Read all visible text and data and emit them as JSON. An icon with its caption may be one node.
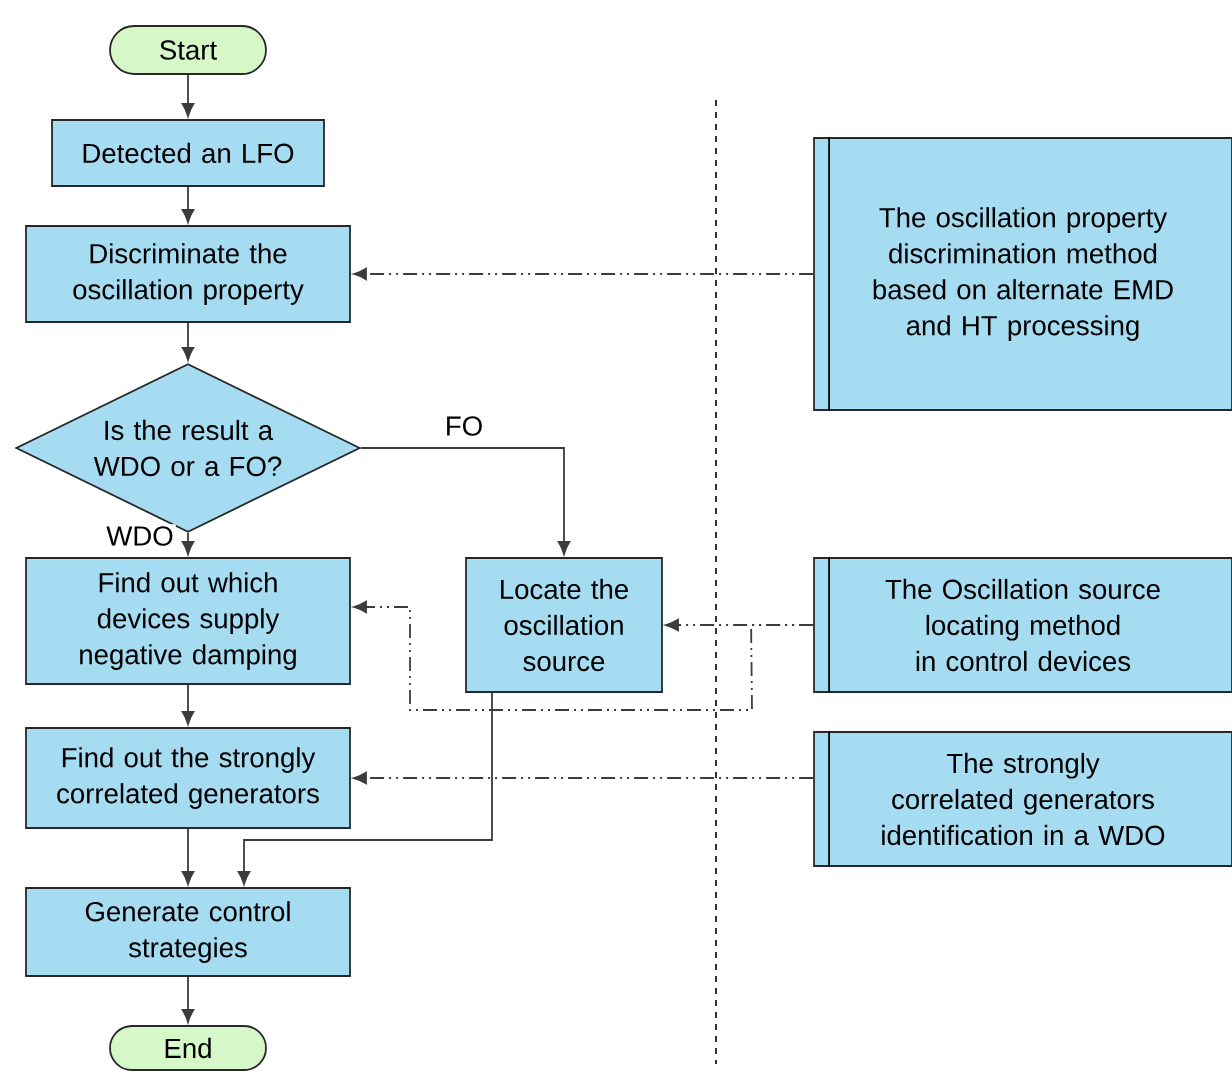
{
  "diagram": {
    "nodes": [
      {
        "text": [
          "Start"
        ]
      },
      {
        "text": [
          "Detected an LFO"
        ]
      },
      {
        "text": [
          "Discriminate the oscillation property"
        ]
      },
      {
        "text": [
          "Is the result a WDO or a FO?"
        ]
      },
      {
        "text": [
          "Find out which devices supply negative damping"
        ]
      },
      {
        "text": [
          "Locate the oscillation source"
        ]
      },
      {
        "text": [
          "Find out the strongly correlated generators"
        ]
      },
      {
        "text": [
          "Generate control strategies"
        ]
      },
      {
        "text": [
          "End"
        ]
      },
      {
        "text": [
          "The oscillation property discrimination method based on alternate EMD and HT processing"
        ]
      },
      {
        "text": [
          "The Oscillation source locating method in control devices"
        ]
      },
      {
        "text": [
          "The strongly correlated generators identification in a WDO"
        ]
      }
    ],
    "edges": [
      {
        "from": 0,
        "to": 1,
        "arrow": "to"
      },
      {
        "from": 1,
        "to": 2,
        "arrow": "to"
      },
      {
        "from": 2,
        "to": 3,
        "arrow": "to"
      },
      {
        "from": 3,
        "to": 4,
        "arrow": "to",
        "label": "WDO"
      },
      {
        "from": 3,
        "to": 5,
        "arrow": "to",
        "label": "FO"
      },
      {
        "from": 4,
        "to": 6,
        "arrow": "to"
      },
      {
        "from": 6,
        "to": 7,
        "arrow": "to"
      },
      {
        "from": 5,
        "to": 7,
        "arrow": "to"
      },
      {
        "from": 7,
        "to": 8,
        "arrow": "to"
      },
      {
        "from": 9,
        "to": 2,
        "arrow": "to",
        "style": "dashed"
      },
      {
        "from": 10,
        "to": 5,
        "arrow": "to",
        "style": "dashed"
      },
      {
        "from": 10,
        "to": 4,
        "arrow": "to",
        "style": "dashed"
      },
      {
        "from": 11,
        "to": 6,
        "arrow": "to",
        "style": "dashed"
      }
    ]
  }
}
